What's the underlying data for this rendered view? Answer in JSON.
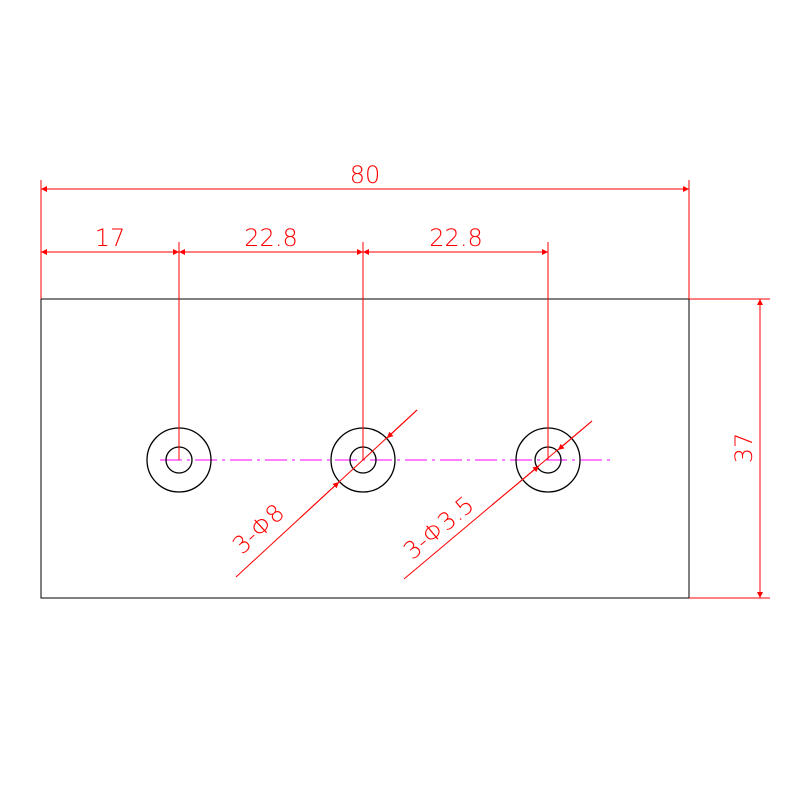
{
  "colors": {
    "part_outline": "#000000",
    "dimension": "#ff0000",
    "centerline": "#ff00ff",
    "background": "#ffffff"
  },
  "dimensions": {
    "overall_width": "80",
    "left_offset": "17",
    "hole_pitch_1": "22.8",
    "hole_pitch_2": "22.8",
    "height": "37"
  },
  "callouts": {
    "outer_diameter": "3-Φ8",
    "inner_diameter": "3-Φ3.5"
  }
}
